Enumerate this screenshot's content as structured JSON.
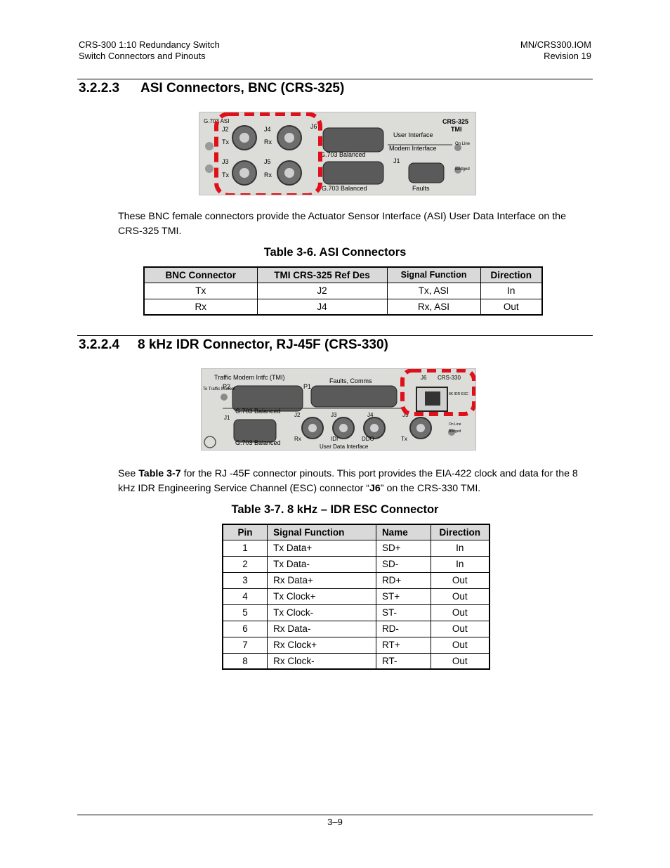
{
  "header": {
    "left_line1": "CRS-300 1:10 Redundancy Switch",
    "left_line2": "Switch Connectors and Pinouts",
    "right_line1": "MN/CRS300.IOM",
    "right_line2": "Revision 19"
  },
  "section1": {
    "number": "3.2.2.3",
    "title": "ASI Connectors, BNC (CRS-325)",
    "photo_labels": {
      "g703_asi": "G.703 ASI",
      "j2": "J2",
      "j4": "J4",
      "j3": "J3",
      "j5": "J5",
      "j6": "J6",
      "tx": "Tx",
      "rx": "Rx",
      "user_interface": "User Interface",
      "modem_interface": "Modem Interface",
      "g703_balanced": "G.703 Balanced",
      "j1": "J1",
      "faults": "Faults",
      "model": "CRS-325",
      "tmi": "TMI",
      "on_line": "On Line",
      "bridged": "Bridged"
    },
    "paragraph": "These BNC female connectors provide the Actuator Sensor Interface (ASI) User Data Interface on the CRS-325 TMI.",
    "table_caption": "Table 3-6. ASI Connectors",
    "table": {
      "headers": [
        "BNC Connector",
        "TMI CRS-325 Ref Des",
        "Signal Function",
        "Direction"
      ],
      "rows": [
        [
          "Tx",
          "J2",
          "Tx, ASI",
          "In"
        ],
        [
          "Rx",
          "J4",
          "Rx, ASI",
          "Out"
        ]
      ]
    }
  },
  "section2": {
    "number": "3.2.2.4",
    "title": "8 kHz IDR Connector, RJ-45F (CRS-330)",
    "photo_labels": {
      "traffic_modem": "Traffic Modem Intfc (TMI)",
      "to_traffic_modem": "To Traffic Modem",
      "p2": "P2",
      "p1": "P1",
      "faults_comms": "Faults, Comms",
      "j6": "J6",
      "model": "CRS-330",
      "esc": "8K IDR ESC",
      "g703_balanced": "G.703 Balanced",
      "j1": "J1",
      "j2": "J2",
      "j3": "J3",
      "j4": "J4",
      "j5": "J5",
      "rx": "Rx",
      "idi": "IDI",
      "ddo": "DDO",
      "tx": "Tx",
      "user_data_interface": "User Data Interface",
      "on_line": "On Line",
      "bridged": "Bridged"
    },
    "paragraph_pre": "See ",
    "paragraph_ref": "Table 3-7",
    "paragraph_mid": " for the RJ -45F connector pinouts. This port provides the EIA-422 clock and data for the 8 kHz IDR Engineering Service Channel (ESC) connector “",
    "paragraph_j6": "J6",
    "paragraph_post": "” on the CRS-330 TMI.",
    "table_caption": "Table 3-7. 8 kHz – IDR ESC Connector",
    "table": {
      "headers": [
        "Pin",
        "Signal Function",
        "Name",
        "Direction"
      ],
      "rows": [
        [
          "1",
          "Tx Data+",
          "SD+",
          "In"
        ],
        [
          "2",
          "Tx Data-",
          "SD-",
          "In"
        ],
        [
          "3",
          "Rx Data+",
          "RD+",
          "Out"
        ],
        [
          "4",
          "Tx Clock+",
          "ST+",
          "Out"
        ],
        [
          "5",
          "Tx Clock-",
          "ST-",
          "Out"
        ],
        [
          "6",
          "Rx Data-",
          "RD-",
          "Out"
        ],
        [
          "7",
          "Rx Clock+",
          "RT+",
          "Out"
        ],
        [
          "8",
          "Rx Clock-",
          "RT-",
          "Out"
        ]
      ]
    }
  },
  "footer": {
    "page": "3–9"
  },
  "colors": {
    "highlight_dash": "#e0101a",
    "panel": "#d9d9d6"
  }
}
